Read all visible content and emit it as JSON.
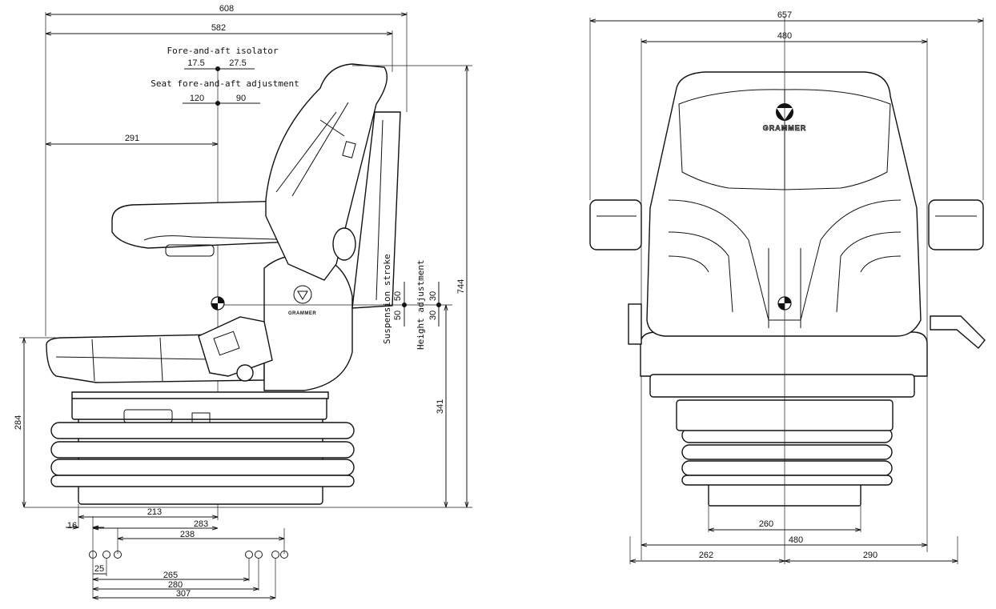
{
  "side_view": {
    "dim_overall_length": "608",
    "dim_backrest_length": "582",
    "label_fore_aft_isolator": "Fore-and-aft isolator",
    "isolator_rear": "17.5",
    "isolator_front": "27.5",
    "label_seat_adjustment": "Seat fore-and-aft adjustment",
    "adjust_rear": "120",
    "adjust_front": "90",
    "dim_sip_to_rear": "291",
    "label_suspension_stroke": "Suspension stroke",
    "stroke_up": "50",
    "stroke_down": "50",
    "label_height_adjustment": "Height adjustment",
    "height_up": "30",
    "height_down": "30",
    "dim_total_height": "744",
    "dim_sip_height": "341",
    "dim_base_height": "284",
    "dim_213": "213",
    "dim_16": "16",
    "dim_283": "283",
    "dim_238": "238",
    "dim_25": "25",
    "dim_265": "265",
    "dim_280": "280",
    "dim_307": "307",
    "brand": "GRAMMER"
  },
  "front_view": {
    "dim_overall_width": "657",
    "dim_backrest_width": "480",
    "dim_base_width": "260",
    "dim_bottom_width": "480",
    "dim_left": "262",
    "dim_right": "290",
    "brand": "GRAMMER"
  }
}
